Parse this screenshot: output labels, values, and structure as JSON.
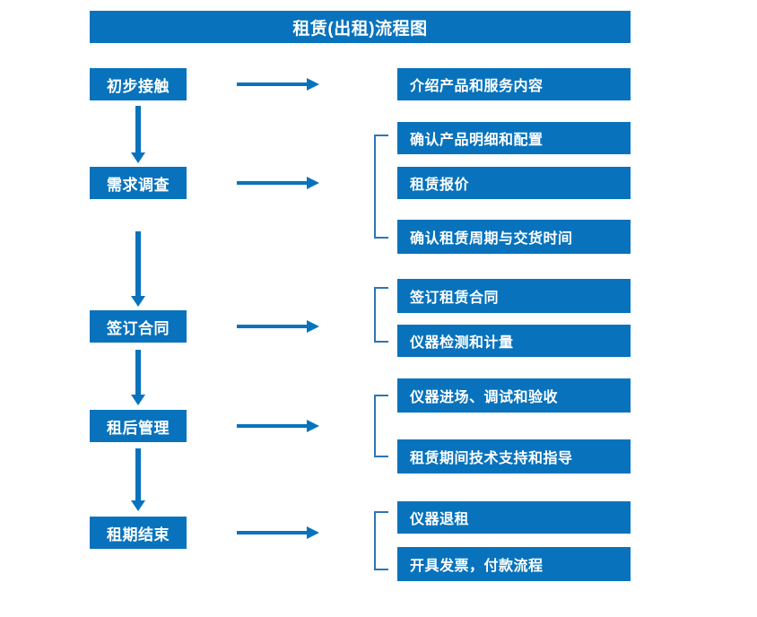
{
  "diagram": {
    "title": "租赁(出租)流程图",
    "accent_color": "#0873BC",
    "bracket_color": "#2E75B6",
    "text_color": "#FFFFFF"
  },
  "stages": [
    {
      "label": "初步接触"
    },
    {
      "label": "需求调查"
    },
    {
      "label": "签订合同"
    },
    {
      "label": "租后管理"
    },
    {
      "label": "租期结束"
    }
  ],
  "details": [
    {
      "label": "介绍产品和服务内容"
    },
    {
      "label": "确认产品明细和配置"
    },
    {
      "label": "租赁报价"
    },
    {
      "label": "确认租赁周期与交货时间"
    },
    {
      "label": "签订租赁合同"
    },
    {
      "label": "仪器检测和计量"
    },
    {
      "label": "仪器进场、调试和验收"
    },
    {
      "label": "租赁期间技术支持和指导"
    },
    {
      "label": "仪器退租"
    },
    {
      "label": "开具发票，付款流程"
    }
  ]
}
